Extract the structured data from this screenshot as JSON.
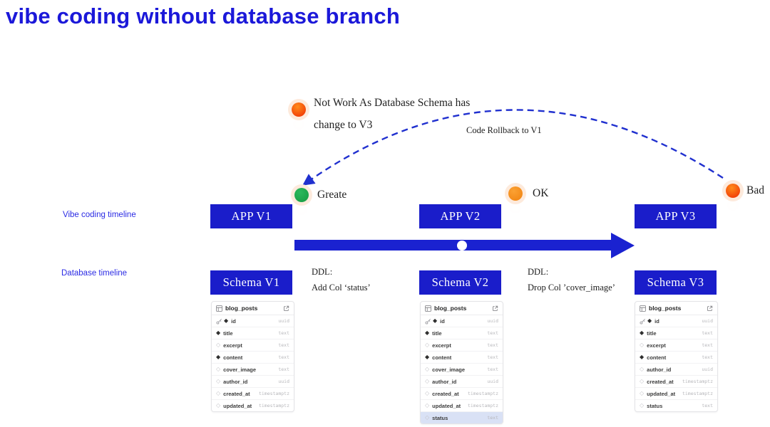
{
  "title": "vibe coding without database branch",
  "annotation": {
    "line1": "Not Work As Database Schema has",
    "line2": "change to V3"
  },
  "rollback_label": "Code Rollback to V1",
  "markers": {
    "greate": "Greate",
    "ok": "OK",
    "bad": "Bad"
  },
  "marker_colors": {
    "greate": "#1ea24c",
    "ok": "#f78c1e",
    "bad": "#f3410c"
  },
  "accent_blue": "#1a1dca",
  "app_timeline": {
    "label": "Vibe coding timeline",
    "boxes": [
      "APP V1",
      "APP V2",
      "APP V3"
    ]
  },
  "db_timeline": {
    "label": "Database timeline",
    "boxes": [
      "Schema V1",
      "Schema V2",
      "Schema V3"
    ]
  },
  "ddl_left": {
    "line1": "DDL:",
    "line2": "Add Col ‘status’"
  },
  "ddl_right": {
    "line1": "DDL:",
    "line2": "Drop Col ’cover_image’"
  },
  "tables": [
    {
      "name": "blog_posts",
      "rows": [
        {
          "name": "id",
          "type": "uuid",
          "key": true,
          "filled": true
        },
        {
          "name": "title",
          "type": "text",
          "filled": true
        },
        {
          "name": "excerpt",
          "type": "text",
          "filled": false
        },
        {
          "name": "content",
          "type": "text",
          "filled": true
        },
        {
          "name": "cover_image",
          "type": "text",
          "filled": false
        },
        {
          "name": "author_id",
          "type": "uuid",
          "filled": false
        },
        {
          "name": "created_at",
          "type": "timestamptz",
          "filled": false
        },
        {
          "name": "updated_at",
          "type": "timestamptz",
          "filled": false
        }
      ]
    },
    {
      "name": "blog_posts",
      "rows": [
        {
          "name": "id",
          "type": "uuid",
          "key": true,
          "filled": true
        },
        {
          "name": "title",
          "type": "text",
          "filled": true
        },
        {
          "name": "excerpt",
          "type": "text",
          "filled": false
        },
        {
          "name": "content",
          "type": "text",
          "filled": true
        },
        {
          "name": "cover_image",
          "type": "text",
          "filled": false
        },
        {
          "name": "author_id",
          "type": "uuid",
          "filled": false
        },
        {
          "name": "created_at",
          "type": "timestamptz",
          "filled": false
        },
        {
          "name": "updated_at",
          "type": "timestamptz",
          "filled": false
        },
        {
          "name": "status",
          "type": "text",
          "filled": false,
          "highlight": true
        }
      ]
    },
    {
      "name": "blog_posts",
      "rows": [
        {
          "name": "id",
          "type": "uuid",
          "key": true,
          "filled": true
        },
        {
          "name": "title",
          "type": "text",
          "filled": true
        },
        {
          "name": "excerpt",
          "type": "text",
          "filled": false
        },
        {
          "name": "content",
          "type": "text",
          "filled": true
        },
        {
          "name": "author_id",
          "type": "uuid",
          "filled": false
        },
        {
          "name": "created_at",
          "type": "timestamptz",
          "filled": false
        },
        {
          "name": "updated_at",
          "type": "timestamptz",
          "filled": false
        },
        {
          "name": "status",
          "type": "text",
          "filled": false
        }
      ]
    }
  ]
}
